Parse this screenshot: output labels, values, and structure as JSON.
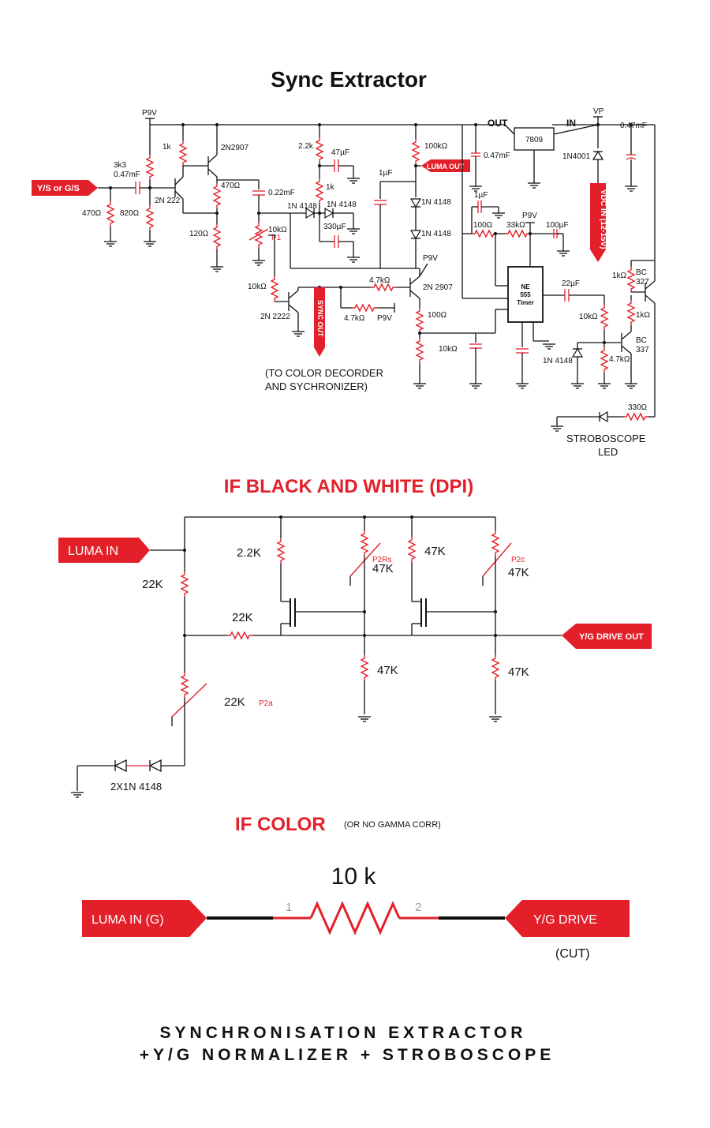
{
  "colors": {
    "accent": "#e3202a",
    "ink": "#111111",
    "background": "#ffffff"
  },
  "title": "Sync Extractor",
  "top": {
    "p9v": "P9V",
    "out": "OUT",
    "in": "IN",
    "vp": "VP",
    "reg": "7809",
    "c047_right": "0.47mF",
    "c047_reg": "0.47mF",
    "d1n4001": "1N4001",
    "vdc_in": "VDC IN (12-15V)",
    "input": "Y/S or G/S",
    "r470_in": "470Ω",
    "c3k3": "3k3",
    "c047_in": "0.47mF",
    "r820": "820Ω",
    "r1k": "1k",
    "q_2n2907": "2N2907",
    "q_2n222": "2N 222",
    "r470": "470Ω",
    "r120": "120Ω",
    "c022": "0.22mF",
    "r10k_pot": "10kΩ",
    "p1": "P1",
    "r10k": "10kΩ",
    "r2k2": "2.2k",
    "c47u": "47µF",
    "r1k_b": "1k",
    "d4148_a": "1N 4148",
    "d4148_b": "1N 4148",
    "c330u": "330µF",
    "c1u": "1µF",
    "r100k": "100kΩ",
    "luma_out": "LUMA OUT",
    "d4148_c": "1N 4148",
    "d4148_d": "1N 4148",
    "q_2n2222": "2N 2222",
    "sync_out": "SYNC OUT",
    "r4k7_a": "4.7kΩ",
    "r4k7_b": "4.7kΩ",
    "p9v_b": "P9V",
    "p9v_c": "P9V",
    "q_2n2907_b": "2N 2907",
    "r100": "100Ω",
    "r10k_b": "10kΩ",
    "color_note_1": "(TO COLOR DECORDER",
    "color_note_2": "AND SYCHRONIZER)",
    "c1u_b": "1µF",
    "r100_b": "100Ω",
    "r33k": "33kΩ",
    "p9v_d": "P9V",
    "c100u": "100µF",
    "ne555_1": "NE",
    "ne555_2": "555",
    "ne555_3": "Timer",
    "c22u": "22µF",
    "r10k_c": "10kΩ",
    "r1k_c": "1kΩ",
    "q_bc327_1": "BC",
    "q_bc327_2": "327",
    "r1k_d": "1kΩ",
    "q_bc337_1": "BC",
    "q_bc337_2": "337",
    "d4148_e": "1N 4148",
    "r4k7_c": "4.7kΩ",
    "r330": "330Ω",
    "strobe_1": "STROBOSCOPE",
    "strobe_2": "LED"
  },
  "bw": {
    "heading": "IF BLACK AND WHITE (DPI)",
    "luma_in": "LUMA IN",
    "drive_out": "Y/G DRIVE OUT",
    "r22k_a": "22K",
    "r2k2": "2.2K",
    "r22k_b": "22K",
    "r47k_a": "47K",
    "p2rs": "P2Rs",
    "r47k_b": "47K",
    "p2c": "P2c",
    "r47k_c": "47K",
    "r47k_d": "47K",
    "r47k_e": "47K",
    "r22k_pot": "22K",
    "p2a": "P2a",
    "diodes": "2X1N 4148"
  },
  "color": {
    "heading": "IF COLOR",
    "note": "(OR NO GAMMA CORR)",
    "value": "10 k",
    "pin1": "1",
    "pin2": "2",
    "luma_in": "LUMA IN (G)",
    "drive": "Y/G DRIVE",
    "cut": "(CUT)"
  },
  "footer": {
    "line1": "SYNCHRONISATION EXTRACTOR",
    "line2": "+Y/G NORMALIZER + STROBOSCOPE"
  }
}
